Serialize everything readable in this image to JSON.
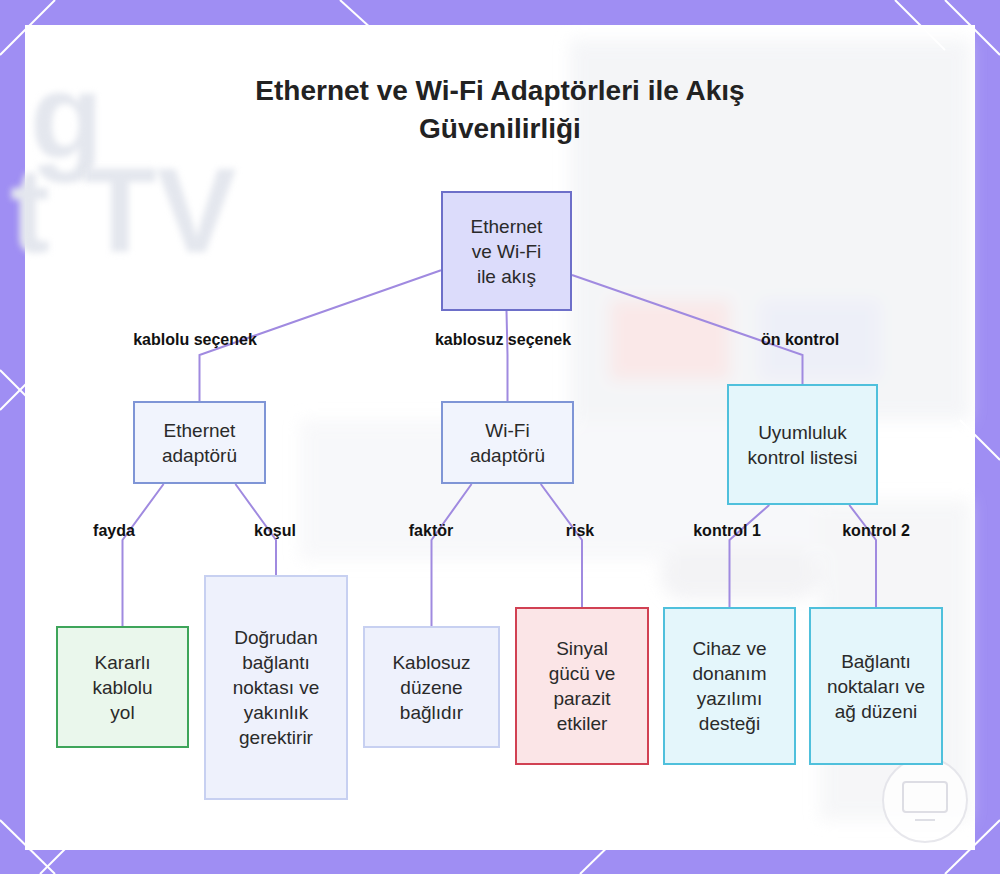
{
  "diagram": {
    "title": "Ethernet ve Wi-Fi Adaptörleri ile Akış Güvenilirliği",
    "nodes": [
      {
        "text": [
          "Ethernet ve Wi-Fi ile akış"
        ]
      },
      {
        "text": [
          "Ethernet adaptörü"
        ]
      },
      {
        "text": [
          "Wi-Fi adaptörü"
        ]
      },
      {
        "text": [
          "Uyumluluk kontrol listesi"
        ]
      },
      {
        "text": [
          "Kararlı kablolu yol"
        ]
      },
      {
        "text": [
          "Doğrudan bağlantı noktası ve yakınlık gerektirir"
        ]
      },
      {
        "text": [
          "Kablosuz düzene bağlıdır"
        ]
      },
      {
        "text": [
          "Sinyal gücü ve parazit etkiler"
        ]
      },
      {
        "text": [
          "Cihaz ve donanım yazılımı desteği"
        ]
      },
      {
        "text": [
          "Bağlantı noktaları ve ağ düzeni"
        ]
      }
    ],
    "edges": [
      {
        "from": 0,
        "to": 1,
        "label": "kablolu seçenek",
        "arrow": "none"
      },
      {
        "from": 0,
        "to": 2,
        "label": "kablosuz seçenek",
        "arrow": "none"
      },
      {
        "from": 0,
        "to": 3,
        "label": "ön kontrol",
        "arrow": "none"
      },
      {
        "from": 1,
        "to": 4,
        "label": "fayda",
        "arrow": "none"
      },
      {
        "from": 1,
        "to": 5,
        "label": "koşul",
        "arrow": "none"
      },
      {
        "from": 2,
        "to": 6,
        "label": "faktör",
        "arrow": "none"
      },
      {
        "from": 2,
        "to": 7,
        "label": "risk",
        "arrow": "none"
      },
      {
        "from": 3,
        "to": 8,
        "label": "kontrol 1",
        "arrow": "none"
      },
      {
        "from": 3,
        "to": 9,
        "label": "kontrol 2",
        "arrow": "none"
      }
    ],
    "labels": [
      "g",
      "t TV"
    ]
  }
}
